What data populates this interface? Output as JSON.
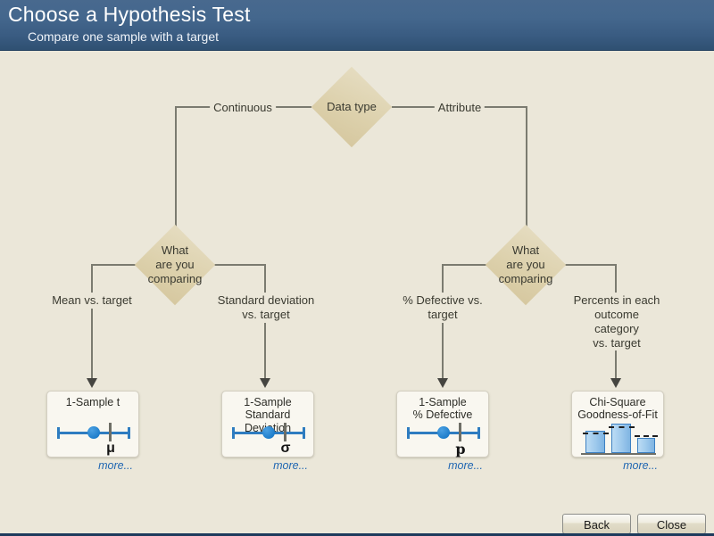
{
  "header": {
    "title": "Choose a Hypothesis Test",
    "subtitle": "Compare one sample with a target"
  },
  "tree": {
    "root_label": "Data type",
    "branch_continuous": "Continuous",
    "branch_attribute": "Attribute",
    "compare_left_label": "What\nare you\ncomparing",
    "compare_right_label": "What\nare you\ncomparing",
    "branch_mean": "Mean vs. target",
    "branch_stdev": "Standard deviation\nvs. target",
    "branch_defective": "% Defective vs.\ntarget",
    "branch_percents": "Percents in each\noutcome category\nvs. target"
  },
  "cards": [
    {
      "title": "1-Sample t",
      "symbol": "μ",
      "icon": "interval-plot-icon",
      "more_label": "more..."
    },
    {
      "title": "1-Sample\nStandard Deviation",
      "symbol": "σ",
      "icon": "interval-plot-icon",
      "more_label": "more..."
    },
    {
      "title": "1-Sample\n% Defective",
      "symbol": "p",
      "icon": "interval-plot-icon",
      "more_label": "more..."
    },
    {
      "title": "Chi-Square\nGoodness-of-Fit",
      "symbol": "",
      "icon": "bar-chart-icon",
      "more_label": "more..."
    }
  ],
  "footer": {
    "back_label": "Back",
    "close_label": "Close"
  },
  "colors": {
    "header_top": "#48698e",
    "header_bottom": "#2f5072",
    "background": "#ebe7d9",
    "diamond_fill": "#dcd0ab",
    "connector": "#7b7b70",
    "accent_blue": "#2e7cc0",
    "link_blue": "#1f66b2",
    "bottom_edge": "#1d3a5c"
  }
}
